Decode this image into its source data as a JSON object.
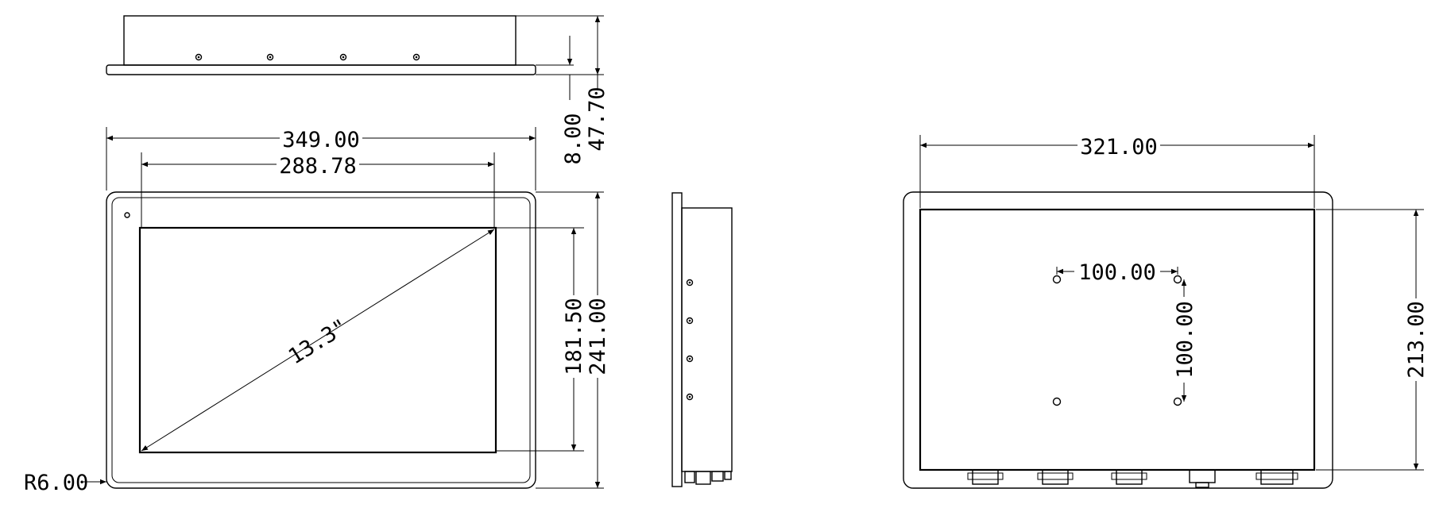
{
  "drawing": {
    "dimensions": {
      "overall_width": "349.00",
      "display_width": "288.78",
      "display_height": "181.50",
      "overall_height": "241.00",
      "bezel_thickness": "8.00",
      "overall_depth": "47.70",
      "corner_radius": "R6.00",
      "diagonal": "13.3\"",
      "back_width": "321.00",
      "back_height": "213.00",
      "vesa_horizontal": "100.00",
      "vesa_vertical": "100.00"
    }
  }
}
